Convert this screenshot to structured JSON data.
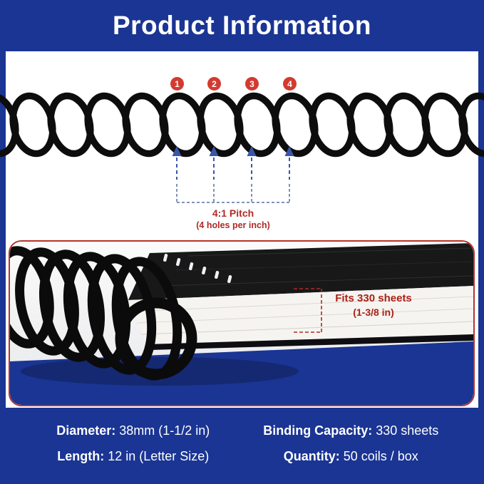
{
  "header": {
    "title": "Product Information"
  },
  "pitch_diagram": {
    "markers": [
      "1",
      "2",
      "3",
      "4"
    ],
    "pitch_label": "4:1 Pitch",
    "pitch_sublabel": "(4 holes per inch)"
  },
  "photo": {
    "annotation_line1": "Fits 330 sheets",
    "annotation_line2": "(1-3/8 in)"
  },
  "specs": [
    {
      "label": "Diameter:",
      "value": "38mm (1-1/2 in)"
    },
    {
      "label": "Binding Capacity:",
      "value": "330 sheets"
    },
    {
      "label": "Length:",
      "value": "12 in (Letter Size)"
    },
    {
      "label": "Quantity:",
      "value": "50 coils / box"
    }
  ],
  "colors": {
    "navy": "#1a3593",
    "marker_red": "#d23b30",
    "text_red": "#b02a25",
    "arrow_blue": "#3a56a8",
    "photo_frame_red": "#b5342c",
    "coil_black": "#0d0d0d"
  }
}
